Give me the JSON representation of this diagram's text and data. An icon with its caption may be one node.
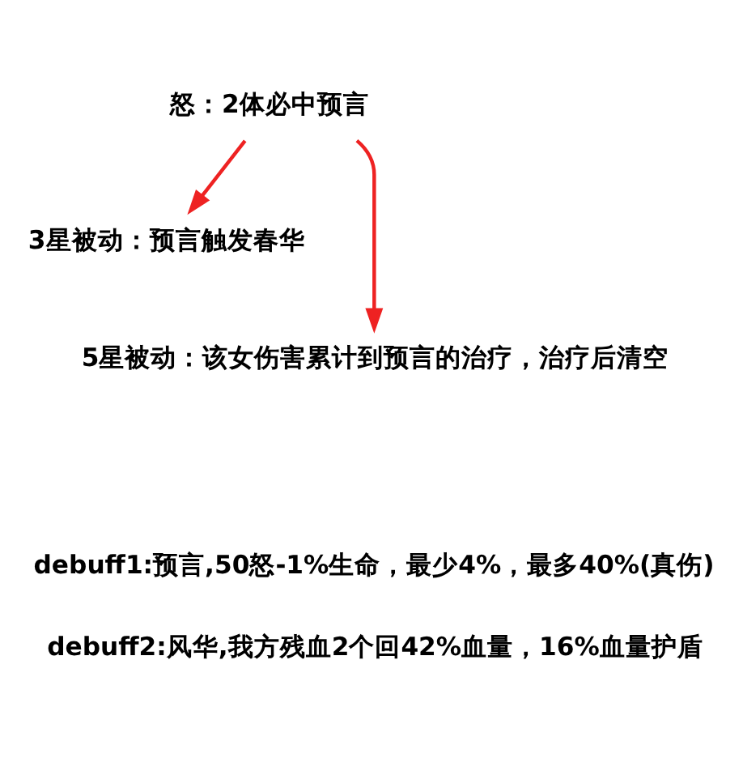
{
  "diagram": {
    "nodes": [
      {
        "text": [
          "怒：2体必中预言"
        ]
      },
      {
        "text": [
          "3星被动：预言触发春华"
        ]
      },
      {
        "text": [
          "5星被动：该女伤害累计到预言的治疗，治疗后清空"
        ]
      }
    ],
    "edges": [
      {
        "from": 0,
        "to": 1,
        "arrow": "to",
        "color": "#ee2222"
      },
      {
        "from": 0,
        "to": 2,
        "arrow": "to",
        "color": "#ee2222"
      }
    ],
    "labels": [
      "debuff1:预言,50怒-1%生命，最少4%，最多40%(真伤)",
      "debuff2:风华,我方残血2个回42%血量，16%血量护盾"
    ]
  }
}
